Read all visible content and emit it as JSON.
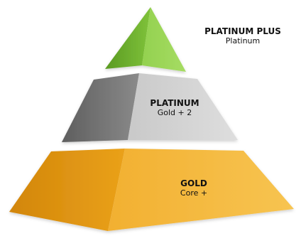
{
  "diagram": {
    "tiers": [
      {
        "key": "platinum_plus",
        "name": "PLATINUM PLUS",
        "description": "Platinum",
        "colors": {
          "light": "#8fcf4a",
          "dark": "#5f9e24",
          "mid": "#78bd36"
        }
      },
      {
        "key": "platinum",
        "name": "PLATINUM",
        "description": "Gold + 2",
        "colors": {
          "light": "#d6d6d6",
          "dark": "#6e6e6e",
          "mid": "#a9a9a9"
        }
      },
      {
        "key": "gold",
        "name": "GOLD",
        "description": "Core +",
        "colors": {
          "light": "#f5b733",
          "dark": "#d98f06",
          "mid": "#eea519"
        }
      }
    ]
  }
}
